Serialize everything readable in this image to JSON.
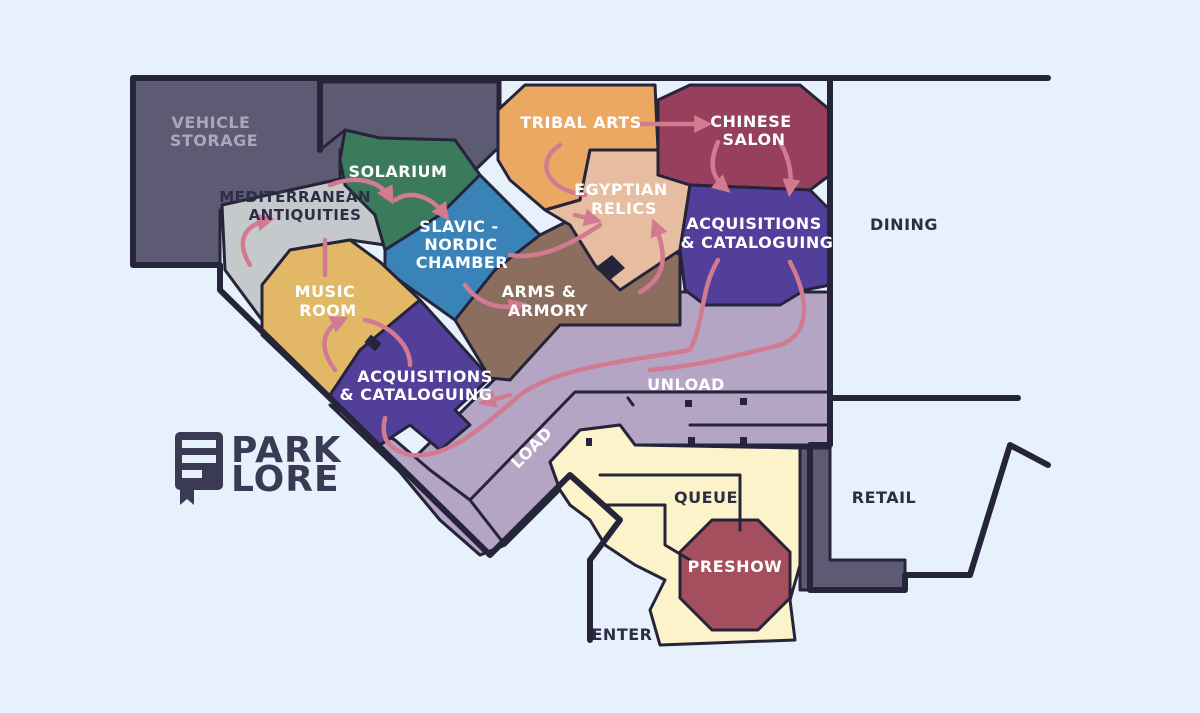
{
  "map": {
    "rooms": {
      "vehicle_storage": [
        "VEHICLE",
        "STORAGE"
      ],
      "solarium": [
        "SOLARIUM"
      ],
      "mediterranean": [
        "MEDITERRANEAN",
        "ANTIQUITIES"
      ],
      "slavic": [
        "SLAVIC -",
        "NORDIC",
        "CHAMBER"
      ],
      "tribal_arts": [
        "TRIBAL ARTS"
      ],
      "chinese_salon": [
        "CHINESE",
        "SALON"
      ],
      "egyptian": [
        "EGYPTIAN",
        "RELICS"
      ],
      "acquisitions_right": [
        "ACQUISITIONS",
        "& CATALOGUING"
      ],
      "music_room": [
        "MUSIC",
        "ROOM"
      ],
      "arms_armory": [
        "ARMS &",
        "ARMORY"
      ],
      "acquisitions_left": [
        "ACQUISITIONS",
        "& CATALOGUING"
      ],
      "unload": [
        "UNLOAD"
      ],
      "load": [
        "LOAD"
      ],
      "queue": [
        "QUEUE"
      ],
      "preshow": [
        "PRESHOW"
      ]
    },
    "outside": {
      "dining": "DINING",
      "retail": "RETAIL",
      "enter": "ENTER"
    }
  },
  "logo": {
    "line1": "PARK",
    "line2": "LORE"
  },
  "colors": {
    "background": "#e6f1fb",
    "wall": "#26243a",
    "backstage": "#5d5a73",
    "corridor": "#b4a5c4",
    "mediterranean": "#c6c9cb",
    "music": "#e2b867",
    "solarium": "#3c7a5c",
    "slavic": "#3a83b9",
    "tribal": "#eba863",
    "chinese": "#97405d",
    "egyptian": "#e6bda0",
    "acquisitions": "#523f9a",
    "arms": "#8c6e5e",
    "queue": "#fdf3ca",
    "preshow": "#a54e5e",
    "route": "#d27a92"
  }
}
